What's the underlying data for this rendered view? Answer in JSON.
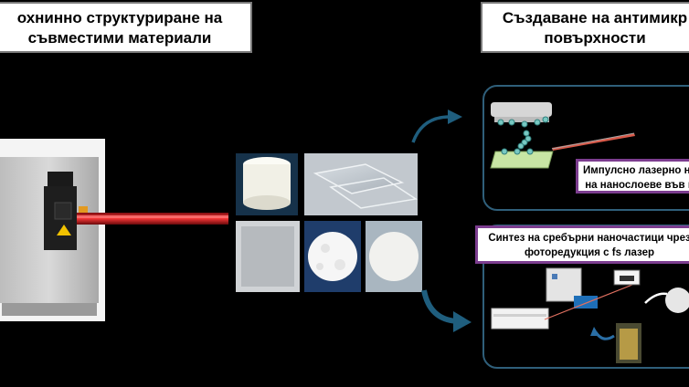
{
  "left_title": {
    "line1": "охнинно структуриране на",
    "line2": "съвместими материали"
  },
  "right_title": {
    "line1": "Създаване на антимикр",
    "line2": "повърхности"
  },
  "panel_top": {
    "label_line1": "Импулсно лазерно на",
    "label_line2": "на нанослоеве във н"
  },
  "panel_bottom": {
    "label_line1": "Синтез на сребърни наночастици чрез",
    "label_line2": "фоторедукция с fs лазер"
  },
  "colors": {
    "background": "#000000",
    "panel_border": "#2f5f7a",
    "label_border": "#7c3d8f",
    "laser_beam": "#d8141a",
    "arrow": "#1f5e7e"
  }
}
